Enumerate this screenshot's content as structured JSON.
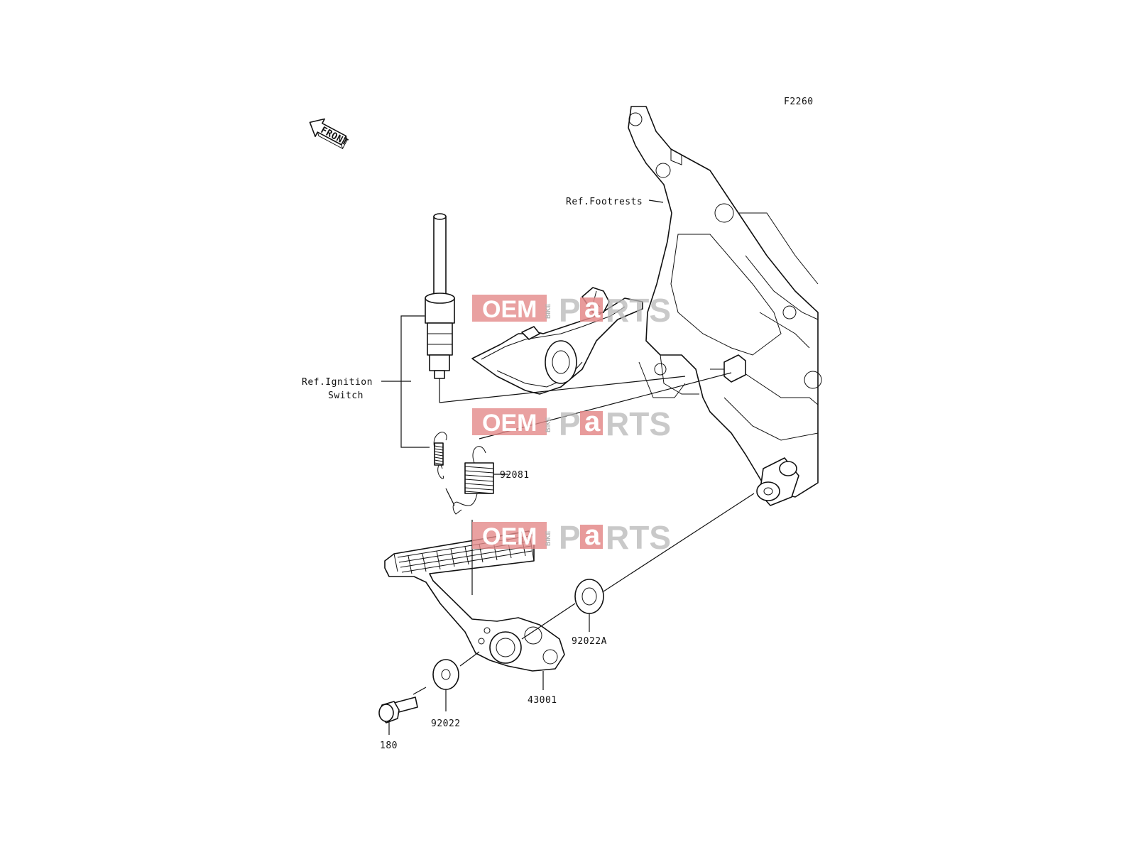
{
  "diagram_code": "F2260",
  "front_marker": "FRONT",
  "labels": {
    "ref_footrests": "Ref.Footrests",
    "ref_ignition_line1": "Ref.Ignition",
    "ref_ignition_line2": "Switch",
    "part_92081": "92081",
    "part_92022A": "92022A",
    "part_43001": "43001",
    "part_92022": "92022",
    "part_180": "180"
  },
  "watermark": {
    "oem": "OEM",
    "bike": "BIKE",
    "p": "P",
    "a": "a",
    "rts": "RTS",
    "color": "#e48a8a"
  }
}
